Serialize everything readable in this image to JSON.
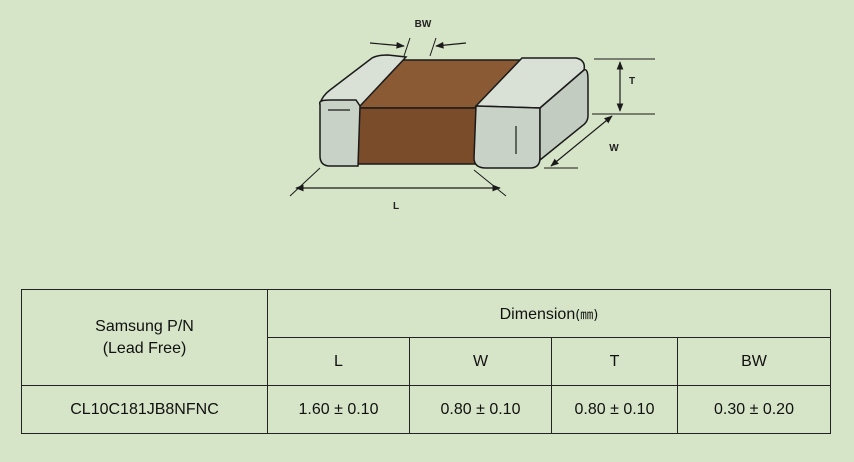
{
  "diagram": {
    "labels": {
      "bw": "BW",
      "t": "T",
      "w": "W",
      "l": "L"
    },
    "colors": {
      "terminal_face": "#c9d2c6",
      "terminal_top": "#d9e0d6",
      "body_front": "#7a4c2a",
      "body_top": "#8a5a34",
      "outline": "#1a1a1a"
    }
  },
  "table": {
    "part_header_line1": "Samsung P/N",
    "part_header_line2": "(Lead Free)",
    "dimension_header": "Dimension",
    "dimension_unit": "(㎜)",
    "columns": [
      "L",
      "W",
      "T",
      "BW"
    ],
    "rows": [
      {
        "part_number": "CL10C181JB8NFNC",
        "values": [
          "1.60 ± 0.10",
          "0.80 ± 0.10",
          "0.80 ± 0.10",
          "0.30 ± 0.20"
        ]
      }
    ]
  }
}
